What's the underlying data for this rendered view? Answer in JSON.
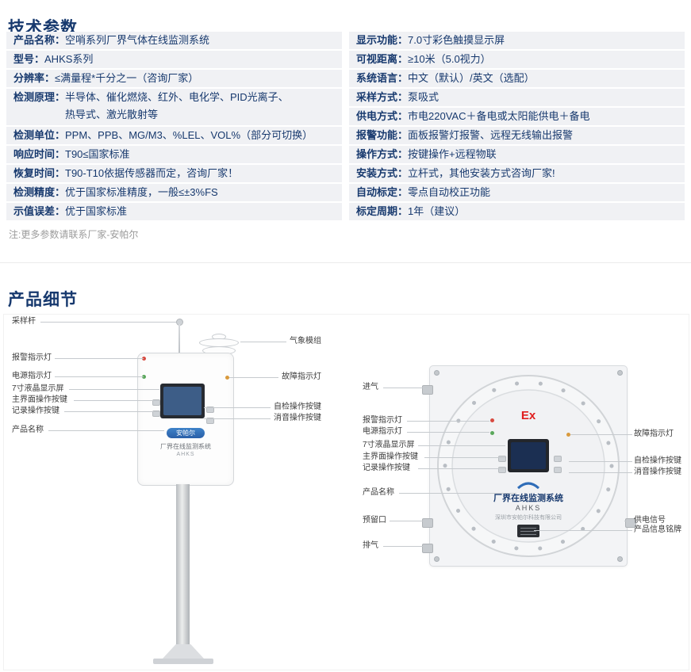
{
  "titles": {
    "tech": "技术参数",
    "detail": "产品细节"
  },
  "note": "注:更多参数请联系厂家-安帕尔",
  "colors": {
    "title_text": "#17396e",
    "spec_row_bg": "#f0f1f4",
    "spec_text": "#17396e",
    "note_text": "#9b9b9b",
    "ex_mark_red": "#e01f1f",
    "logo_blue": "#2f6db8"
  },
  "specs_left": [
    {
      "label": "产品名称：",
      "value": "空哨系列厂界气体在线监测系统"
    },
    {
      "label": "型号：",
      "value": "AHKS系列"
    },
    {
      "label": "分辨率：",
      "value": "≤满量程*千分之一（咨询厂家）"
    },
    {
      "label": "检测原理：",
      "value": "半导体、催化燃烧、红外、电化学、PID光离子、",
      "value2": "热导式、激光散射等"
    },
    {
      "label": "检测单位：",
      "value": "PPM、PPB、MG/M3、%LEL、VOL%（部分可切换）"
    },
    {
      "label": "响应时间：",
      "value": "T90≤国家标准"
    },
    {
      "label": "恢复时间：",
      "value": "T90-T10依据传感器而定，咨询厂家！"
    },
    {
      "label": "检测精度：",
      "value": "优于国家标准精度，一般≤±3%FS"
    },
    {
      "label": "示值误差：",
      "value": "优于国家标准"
    }
  ],
  "specs_right": [
    {
      "label": "显示功能：",
      "value": "7.0寸彩色触摸显示屏"
    },
    {
      "label": "可视距离：",
      "value": "≥10米（5.0视力）"
    },
    {
      "label": "系统语言：",
      "value": "中文（默认）/英文（选配）"
    },
    {
      "label": "采样方式：",
      "value": "泵吸式"
    },
    {
      "label": "供电方式：",
      "value": "市电220VAC＋备电或太阳能供电＋备电"
    },
    {
      "label": "报警功能：",
      "value": "面板报警灯报警、远程无线输出报警"
    },
    {
      "label": "操作方式：",
      "value": "按键操作+远程物联"
    },
    {
      "label": "安装方式：",
      "value": "立杆式，其他安装方式咨询厂家!"
    },
    {
      "label": "自动标定：",
      "value": "零点自动校正功能"
    },
    {
      "label": "标定周期：",
      "value": "1年（建议）"
    }
  ],
  "pole_labels": {
    "sampling_rod": "采样杆",
    "alarm_light": "报警指示灯",
    "power_light": "电源指示灯",
    "lcd_screen": "7寸液晶显示屏",
    "main_keys": "主界面操作按键",
    "record_key": "记录操作按键",
    "product_name": "产品名称",
    "weather_module": "气象模组",
    "fault_light": "故障指示灯",
    "selfcheck_key": "自检操作按键",
    "mute_key": "消音操作按键"
  },
  "pole_device": {
    "logo": "安帕尔",
    "title": "厂界在线监测系统",
    "model": "AHKS"
  },
  "ex_labels": {
    "inlet": "进气",
    "alarm_light": "报警指示灯",
    "power_light": "电源指示灯",
    "lcd_screen": "7寸液晶显示屏",
    "main_keys": "主界面操作按键",
    "record_key": "记录操作按键",
    "product_name": "产品名称",
    "reserved_port": "预留口",
    "outlet": "排气",
    "fault_light": "故障指示灯",
    "selfcheck_key": "自检操作按键",
    "mute_key": "消音操作按键",
    "power_signal": "供电信号",
    "nameplate": "产品信息铭牌"
  },
  "ex_device": {
    "ex_mark": "Ex",
    "title": "厂界在线监测系统",
    "model": "AHKS",
    "company": "深圳市安帕尔科技有限公司"
  }
}
